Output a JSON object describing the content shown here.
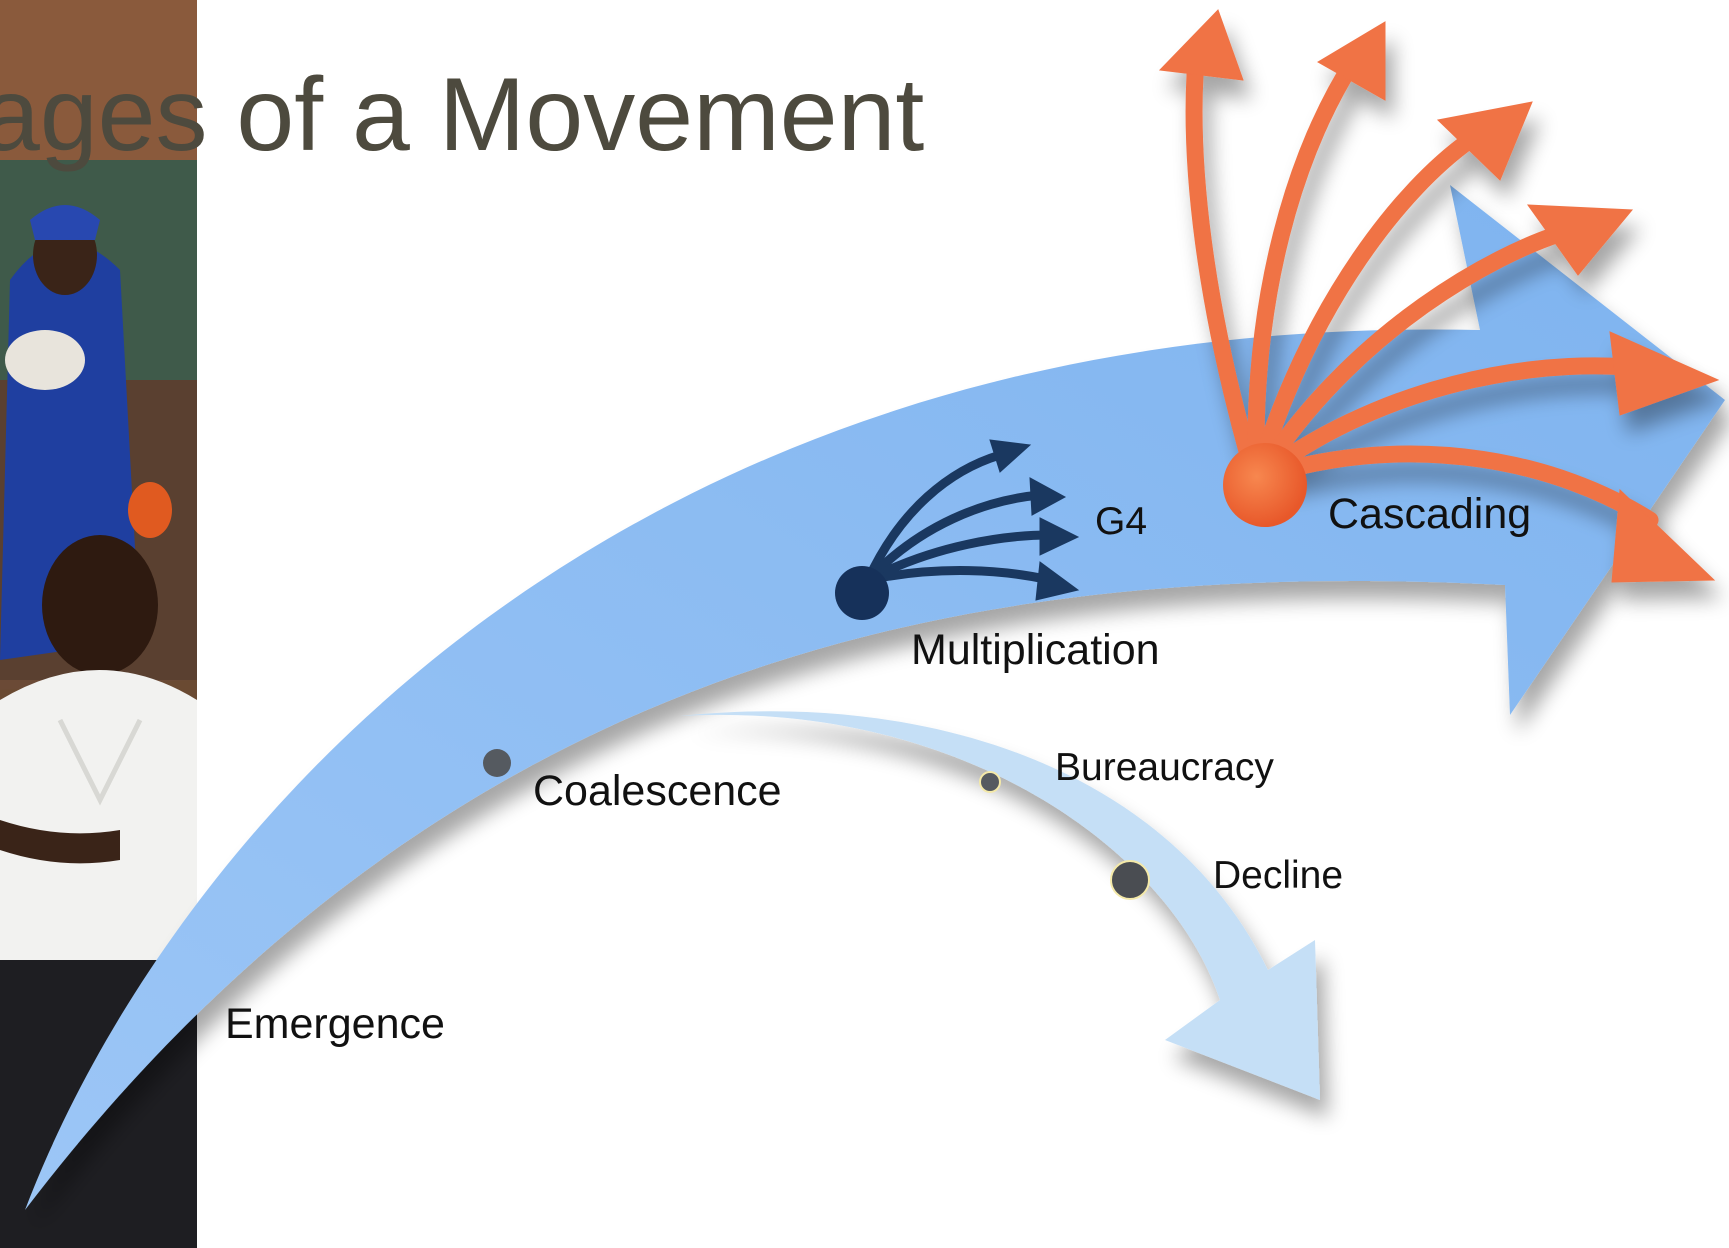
{
  "slide": {
    "title": "ages of a Movement"
  },
  "stages": {
    "emergence": "Emergence",
    "coalescence": "Coalescence",
    "multiplication": "Multiplication",
    "g4": "G4",
    "cascading": "Cascading",
    "bureaucracy": "Bureaucracy",
    "decline": "Decline"
  },
  "colors": {
    "main_arrow": "#8ab9f2",
    "decline_arrow": "#c5dff6",
    "cascade_arrows": "#f07345",
    "multiplication_arrows": "#1a3860",
    "title_text": "#4d4a3e",
    "dot_gray": "#555a60"
  }
}
